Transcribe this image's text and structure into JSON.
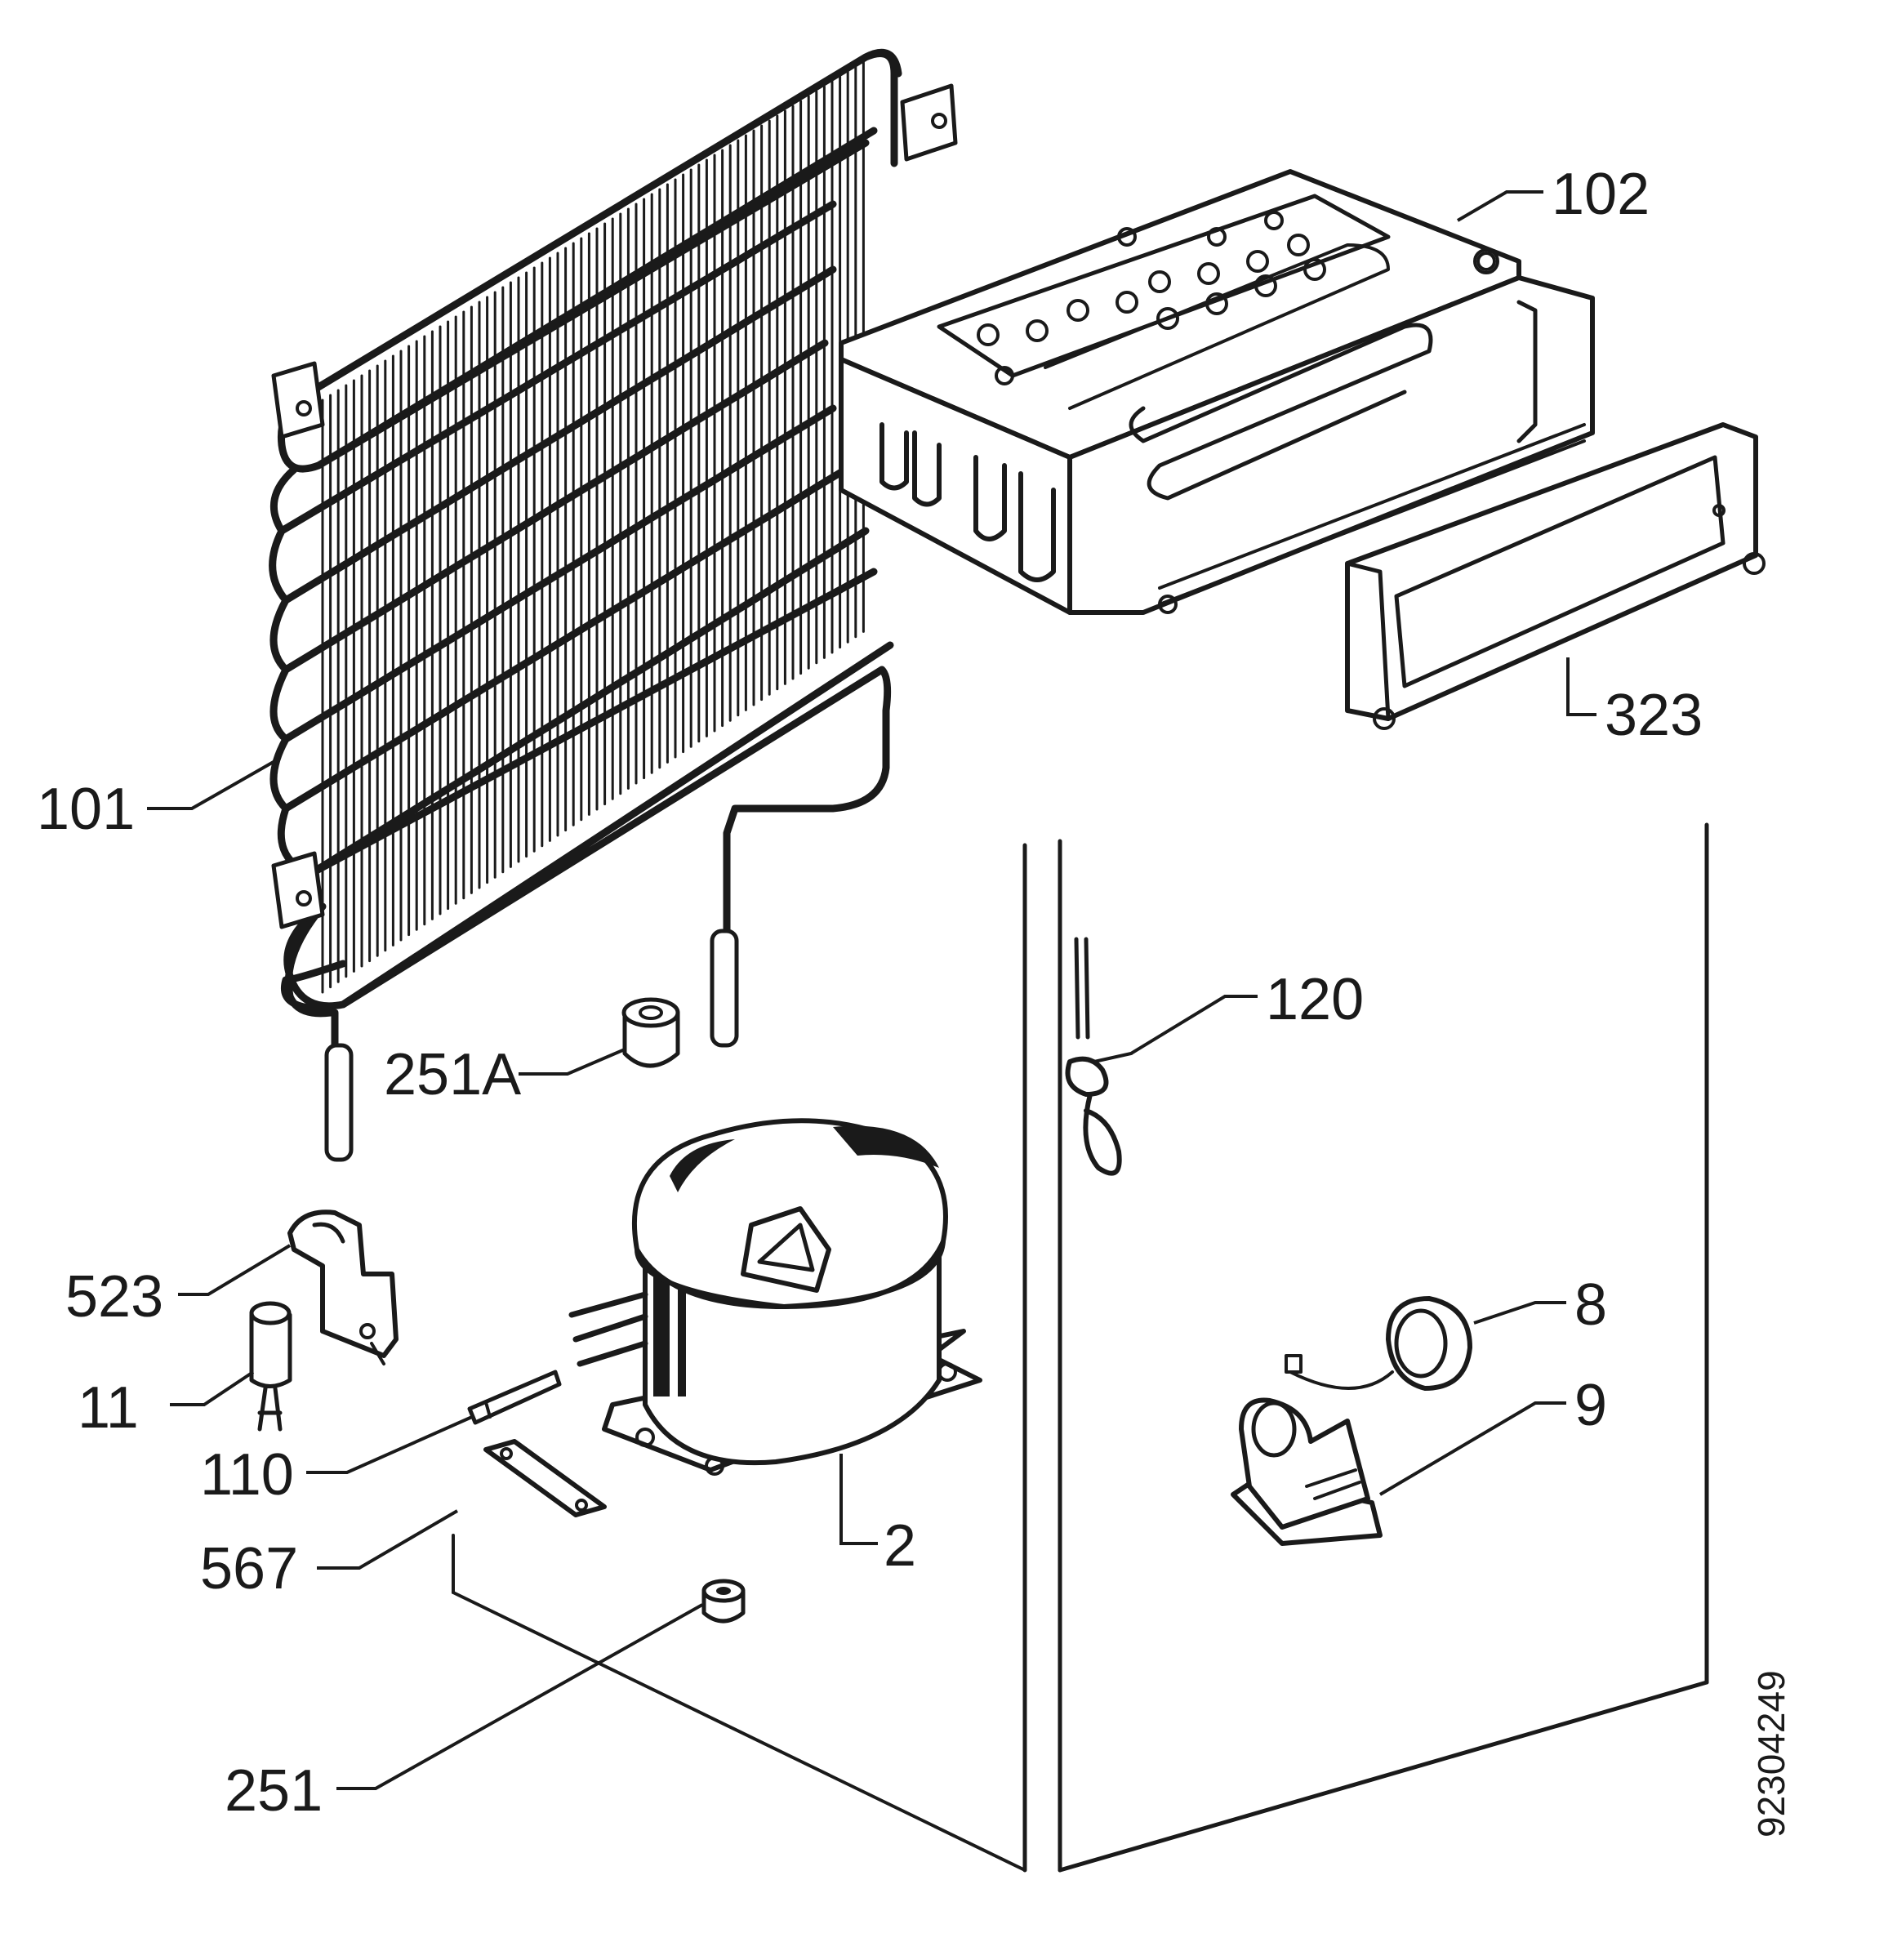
{
  "diagram": {
    "document_number": "92304249",
    "callouts": [
      {
        "id": "101",
        "label": "101"
      },
      {
        "id": "102",
        "label": "102"
      },
      {
        "id": "323",
        "label": "323"
      },
      {
        "id": "120",
        "label": "120"
      },
      {
        "id": "251A",
        "label": "251A"
      },
      {
        "id": "523",
        "label": "523"
      },
      {
        "id": "11",
        "label": "11"
      },
      {
        "id": "110",
        "label": "110"
      },
      {
        "id": "567",
        "label": "567"
      },
      {
        "id": "2",
        "label": "2"
      },
      {
        "id": "251",
        "label": "251"
      },
      {
        "id": "8",
        "label": "8"
      },
      {
        "id": "9",
        "label": "9"
      }
    ],
    "colors": {
      "ink": "#1a1a1a",
      "paper": "#ffffff"
    }
  }
}
